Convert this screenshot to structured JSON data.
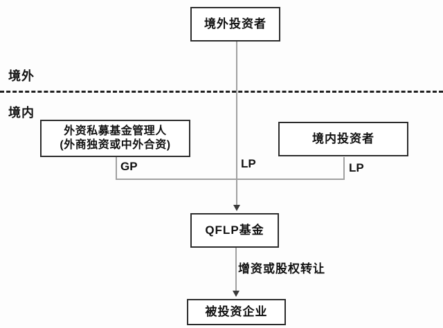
{
  "diagram": {
    "regions": {
      "overseas": "境外",
      "domestic": "境内"
    },
    "nodes": {
      "overseas_investor": {
        "label": "境外投资者"
      },
      "fund_manager": {
        "line1": "外资私募基金管理人",
        "line2": "(外商独资或中外合资)"
      },
      "domestic_investor": {
        "label": "境内投资者"
      },
      "qflp_fund": {
        "label": "QFLP基金"
      },
      "investee": {
        "label": "被投资企业"
      }
    },
    "edge_labels": {
      "gp": "GP",
      "lp_center": "LP",
      "lp_right": "LP",
      "transfer": "增资或股权转让"
    },
    "colors": {
      "background": "#fdfdfd",
      "box_border": "#2b2b2b",
      "connector": "#a0a0a0",
      "dashed_divider": "#1f1f1f",
      "arrowhead": "#3a3a3a",
      "text": "#111111"
    }
  }
}
